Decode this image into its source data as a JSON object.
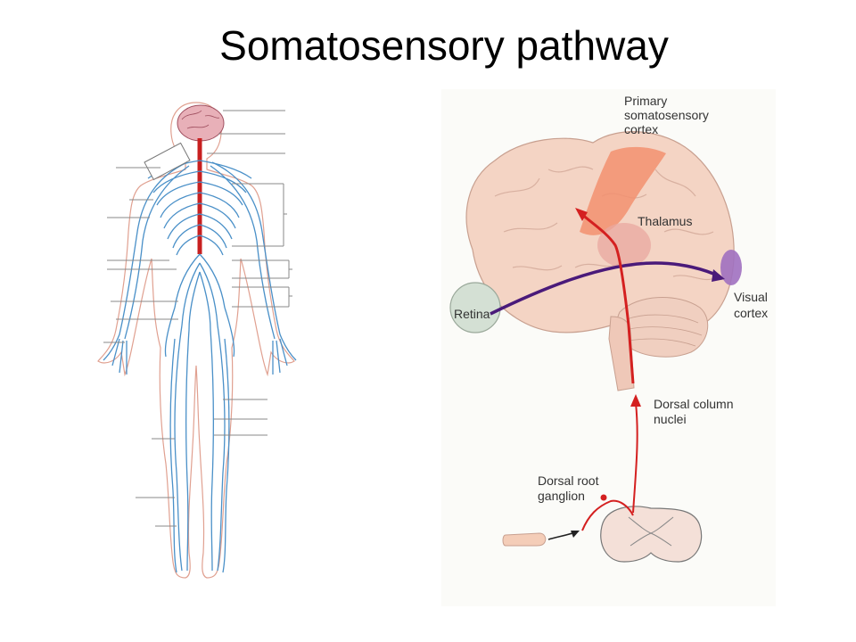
{
  "slide": {
    "title": "Somatosensory pathway"
  },
  "labels": {
    "primary_cortex_1": "Primary",
    "primary_cortex_2": "somatosensory",
    "primary_cortex_3": "cortex",
    "thalamus": "Thalamus",
    "visual_1": "Visual",
    "visual_2": "cortex",
    "retina": "Retina",
    "dorsal_column_1": "Dorsal column",
    "dorsal_column_2": "nuclei",
    "dorsal_root_1": "Dorsal root",
    "dorsal_root_2": "ganglion"
  },
  "colors": {
    "nerve": "#4a90c8",
    "pathway": "#d42020",
    "visual_path": "#4a1a7a",
    "brain": "#f4d4c4",
    "somatosensory": "#f29070",
    "visual_cortex": "#a070c0"
  }
}
